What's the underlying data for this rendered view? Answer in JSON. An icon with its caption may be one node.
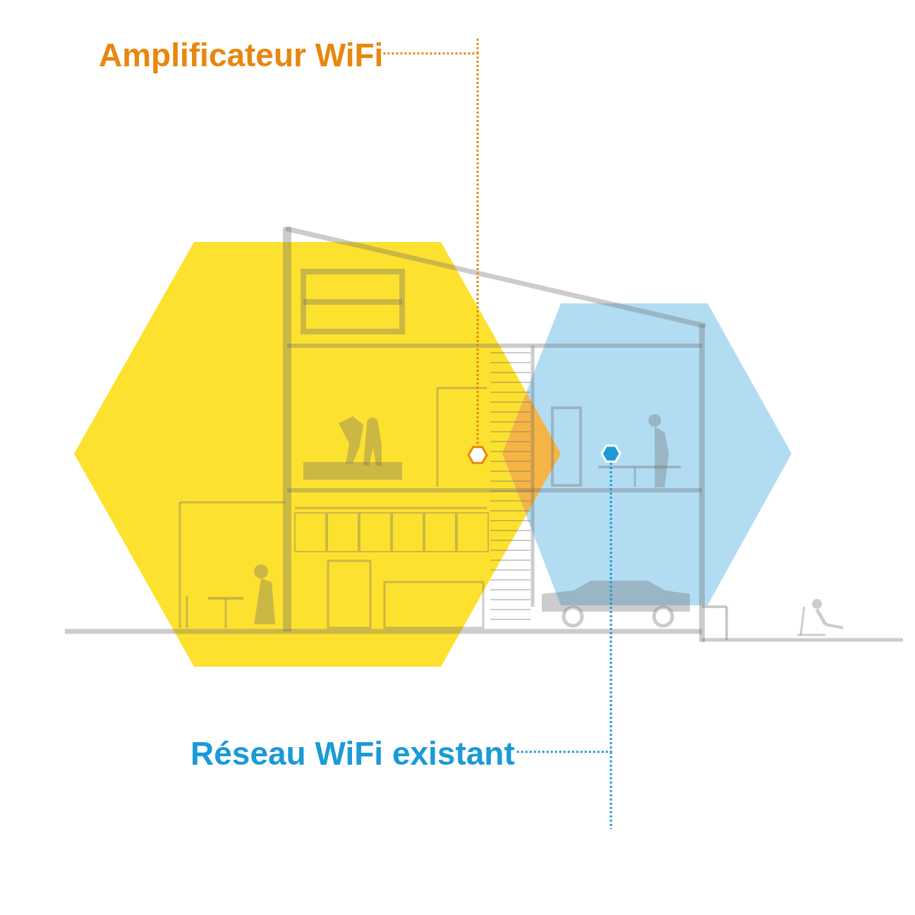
{
  "diagram": {
    "nodes": [
      {
        "text": [
          "Amplificateur WiFi"
        ]
      },
      {
        "text": [],
        "shape": "hexagon"
      },
      {
        "text": [
          "Réseau WiFi existant"
        ]
      },
      {
        "text": [],
        "shape": "hexagon"
      }
    ],
    "edges": [
      {
        "from": 0,
        "to": 1,
        "arrow": "none",
        "style": "dashed",
        "color": "#e8870e"
      },
      {
        "from": 3,
        "to": 2,
        "arrow": "none",
        "style": "dashed",
        "color": "#1b9ad7"
      }
    ]
  }
}
